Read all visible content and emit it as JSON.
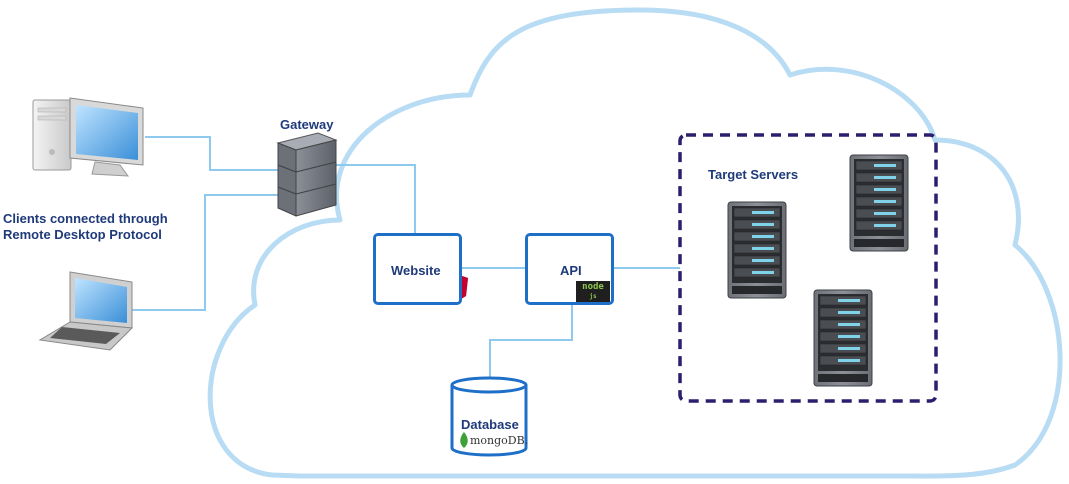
{
  "clients": {
    "label_line1": "Clients connected through",
    "label_line2": "Remote Desktop Protocol"
  },
  "gateway": {
    "label": "Gateway"
  },
  "website": {
    "label": "Website"
  },
  "api": {
    "label": "API",
    "logo_line1": "node",
    "logo_line2": "js"
  },
  "database": {
    "label": "Database",
    "logo_text": "mongoDB."
  },
  "target_servers": {
    "label": "Target Servers"
  },
  "colors": {
    "cloud_outline": "#b8dcf3",
    "box_border": "#1e6fc8",
    "connector": "#8ec9ee",
    "dashed_border": "#2a1f6e",
    "label_text": "#1f3a7a",
    "angular_red": "#dd1b16",
    "mongo_green": "#3fa037"
  },
  "icons": {
    "desktop": "desktop-computer-icon",
    "laptop": "laptop-icon",
    "gateway": "gateway-server-icon",
    "angular": "angular-logo-icon",
    "node": "nodejs-logo-icon",
    "mongo": "mongodb-leaf-icon",
    "server": "rack-server-icon"
  }
}
